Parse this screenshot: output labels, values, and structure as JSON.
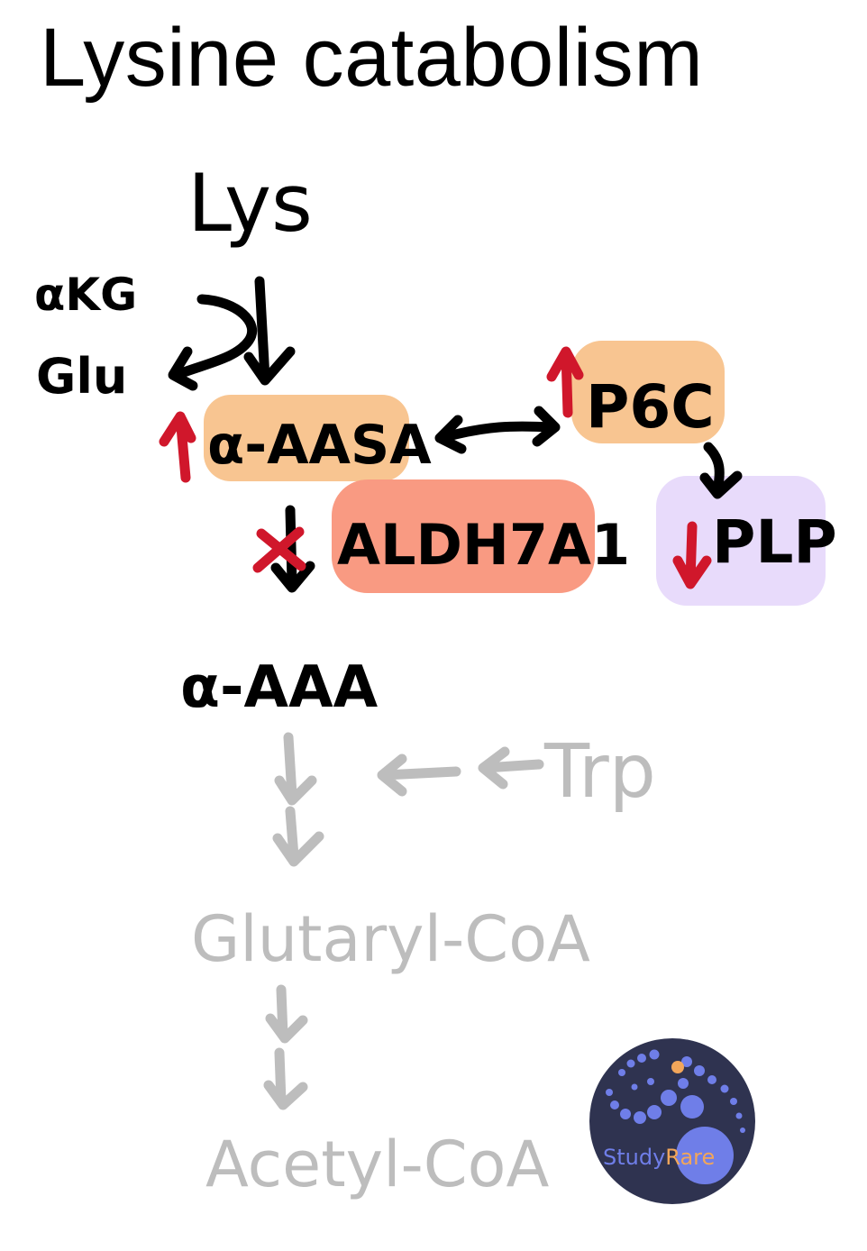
{
  "title": "Lysine catabolism",
  "nodes": {
    "lys": "Lys",
    "akg": "αKG",
    "glu": "Glu",
    "aasa": "α-AASA",
    "p6c": "P6C",
    "aldh7a1": "ALDH7A1",
    "plp": "PLP",
    "aaa": "α-AAA",
    "trp": "Trp",
    "glutaryl_coa": "Glutaryl-CoA",
    "acetyl_coa": "Acetyl-CoA"
  },
  "logo": {
    "word1": "Study",
    "word2": "Rare",
    "bg_color": "#2f3350",
    "dot_color": "#6f7ee8",
    "accent_color": "#f2a65a"
  },
  "colors": {
    "aasa_highlight": "#f8c591",
    "p6c_highlight": "#f8c591",
    "aldh7a1_highlight": "#f99a82",
    "plp_highlight": "#e8dbfb",
    "increase_arrow": "#d0172b",
    "block_mark": "#d0172b",
    "faded": "#bdbdbd"
  }
}
